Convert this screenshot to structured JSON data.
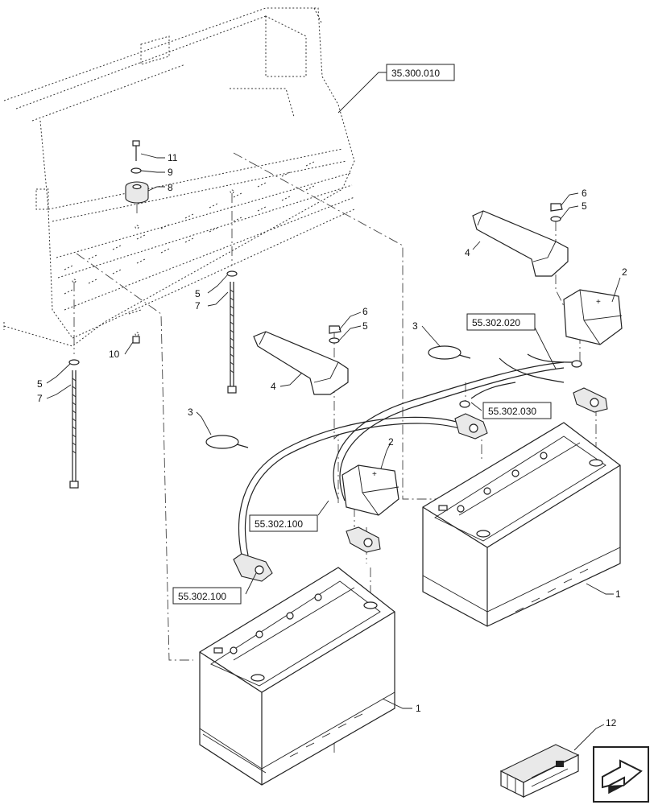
{
  "callouts": {
    "c11": "11",
    "c9": "9",
    "c8": "8",
    "c6a": "6",
    "c5a": "5",
    "c4a": "4",
    "c2a": "2",
    "c5b": "5",
    "c7a": "7",
    "c6b": "6",
    "c5c": "5",
    "c3a": "3",
    "c10": "10",
    "c5d": "5",
    "c7b": "7",
    "c4b": "4",
    "c3b": "3",
    "c2b": "2",
    "c1a": "1",
    "c1b": "1",
    "c12": "12"
  },
  "refs": {
    "r1": "35.300.010",
    "r2": "55.302.020",
    "r3": "55.302.030",
    "r4": "55.302.100",
    "r5": "55.302.100"
  },
  "nav": {
    "arrow_icon": "next-page-arrow-icon"
  }
}
